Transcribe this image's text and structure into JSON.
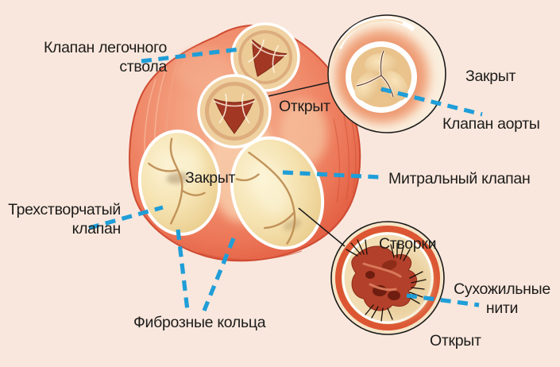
{
  "colors": {
    "background": "#f9e7dd",
    "leader_blue": "#1f9ed8",
    "label_text": "#1d1c1a",
    "heart_red": "#e87053",
    "valve_cream": "#f3dfad",
    "open_valve_dark_red": "#a23823",
    "inset_ring_red": "#db4f2c",
    "outline_black": "#1a1a1a"
  },
  "main_view": {
    "pulmonary_valve_label": "Клапан легочного ствола",
    "aortic_open_label": "Открыт",
    "tricuspid_closed_label": "Закрыт",
    "tricuspid_valve_label": "Трехстворчатый клапан",
    "mitral_valve_label": "Митральный клапан",
    "fibrous_rings_label": "Фиброзные кольца"
  },
  "aortic_inset": {
    "state_label": "Закрыт",
    "valve_label": "Клапан аорты"
  },
  "mitral_inset": {
    "cusps_label": "Створки",
    "chordae_label": "Сухожильные нити",
    "state_label": "Открыт"
  }
}
